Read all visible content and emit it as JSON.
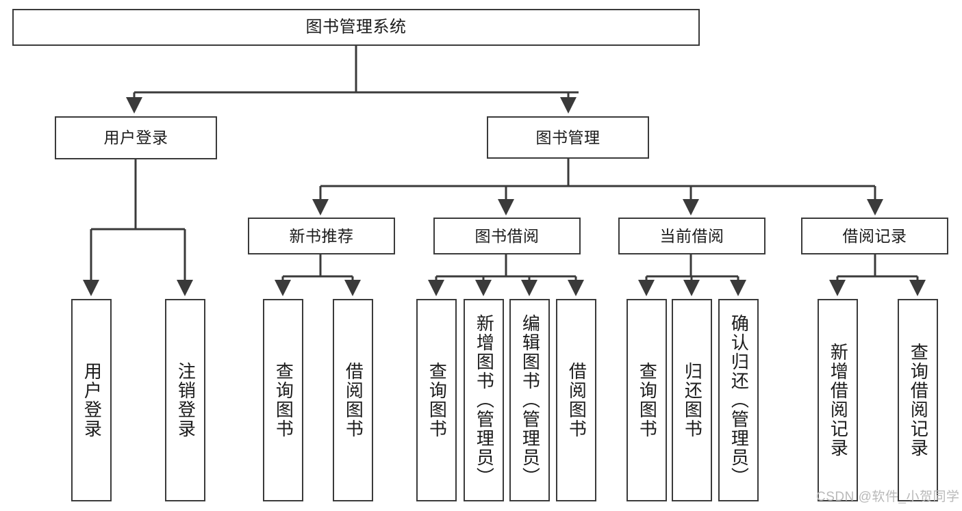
{
  "diagram": {
    "title": "图书管理系统",
    "watermark": "CSDN @软件_小贺同学",
    "colors": {
      "background": "#ffffff",
      "box_border": "#3a3a3a",
      "connector": "#3a3a3a",
      "text": "#1b1b1b",
      "watermark": "#b9b9b9"
    },
    "root": {
      "label": "图书管理系统"
    },
    "level2": [
      {
        "label": "用户登录"
      },
      {
        "label": "图书管理"
      }
    ],
    "level3": [
      {
        "label": "新书推荐"
      },
      {
        "label": "图书借阅"
      },
      {
        "label": "当前借阅"
      },
      {
        "label": "借阅记录"
      }
    ],
    "leaves": {
      "user_login": [
        {
          "label": "用户登录"
        },
        {
          "label": "注销登录"
        }
      ],
      "new_book_recommend": [
        {
          "label": "查询图书"
        },
        {
          "label": "借阅图书"
        }
      ],
      "book_borrow": [
        {
          "label": "查询图书"
        },
        {
          "label": "新增图书（管理员）"
        },
        {
          "label": "编辑图书（管理员）"
        },
        {
          "label": "借阅图书"
        }
      ],
      "current_borrow": [
        {
          "label": "查询图书"
        },
        {
          "label": "归还图书"
        },
        {
          "label": "确认归还（管理员）"
        }
      ],
      "borrow_record": [
        {
          "label": "新增借阅记录"
        },
        {
          "label": "查询借阅记录"
        }
      ]
    }
  }
}
